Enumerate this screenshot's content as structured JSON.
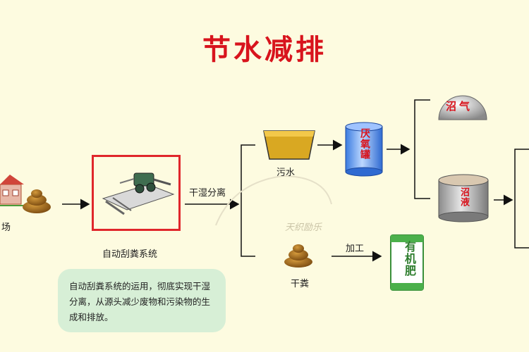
{
  "title": "节水减排",
  "farm": {
    "label": "场"
  },
  "machine": {
    "label": "自动刮粪系统"
  },
  "separation": {
    "label": "干湿分离"
  },
  "sewage": {
    "label": "污水"
  },
  "anaerobic_tank": {
    "label": "厌氧罐"
  },
  "biogas": {
    "label": "沼气"
  },
  "slurry": {
    "label": "沼液"
  },
  "dry_manure": {
    "label": "干粪"
  },
  "processing": {
    "label": "加工"
  },
  "fertilizer": {
    "label": "有机肥"
  },
  "note": {
    "text": "自动刮粪系统的运用，彻底实现干湿分离，从源头减少废物和污染物的生成和排放。"
  },
  "watermark": {
    "text": "天织励乐"
  },
  "colors": {
    "title": "#d8141d",
    "box_border": "#e0262b",
    "note_bg": "#d7efd6",
    "background": "#fdfbe0"
  }
}
